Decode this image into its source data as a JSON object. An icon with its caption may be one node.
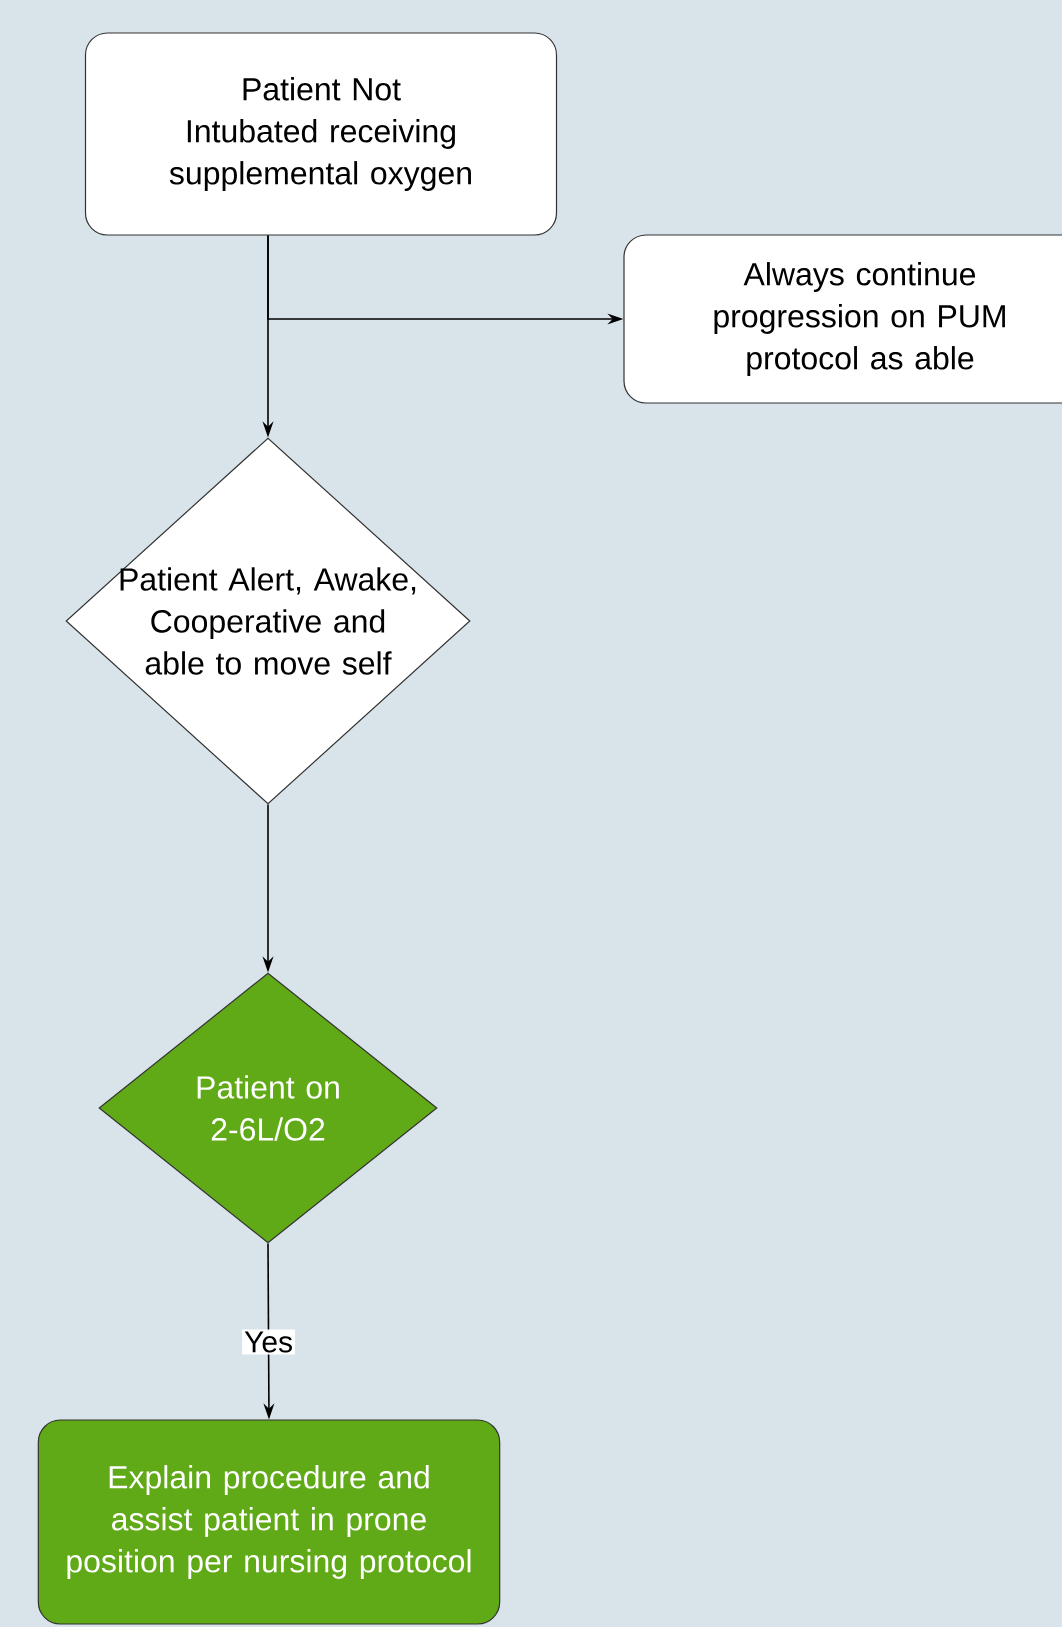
{
  "diagram": {
    "nodes": [
      {
        "text": [
          "Patient Not Intubated receiving supplemental oxygen"
        ]
      },
      {
        "text": [
          "Always continue progression on PUM protocol as able"
        ]
      },
      {
        "text": [
          "Patient Alert, Awake, Cooperative and able to move self"
        ]
      },
      {
        "text": [
          "Patient on 2-6L/O2"
        ]
      },
      {
        "text": [
          "Explain procedure and assist patient in prone position per nursing protocol"
        ]
      }
    ],
    "edges": [
      {
        "from": 0,
        "to": 2,
        "arrow": "to"
      },
      {
        "from": 0,
        "to": 1,
        "arrow": "to"
      },
      {
        "from": 2,
        "to": 3,
        "arrow": "to"
      },
      {
        "from": 3,
        "to": 4,
        "arrow": "to",
        "label": "Yes"
      }
    ]
  }
}
